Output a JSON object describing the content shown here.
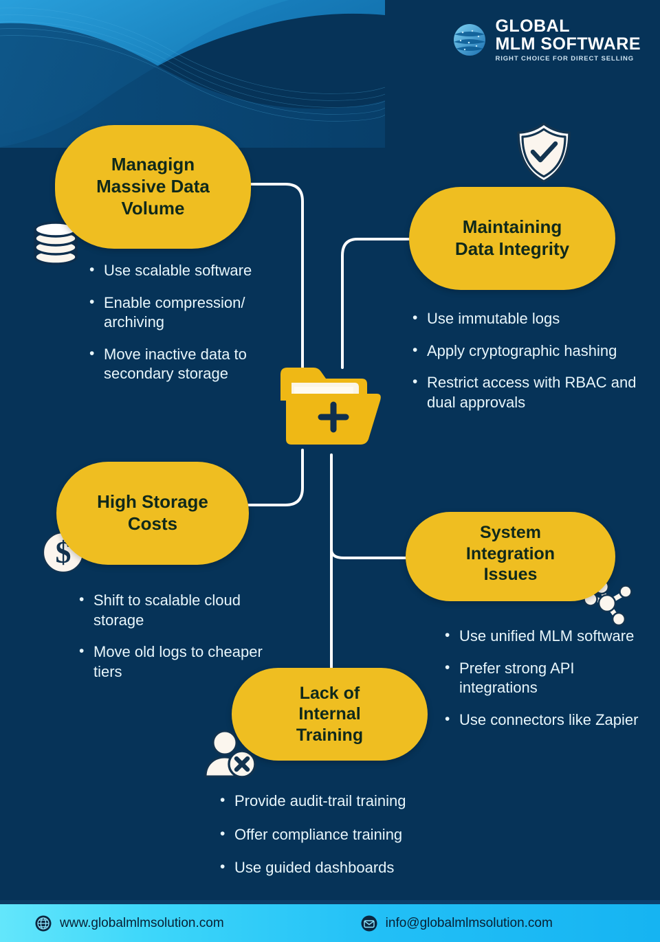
{
  "brand": {
    "logo_line1": "GLOBAL",
    "logo_line2": "MLM SOFTWARE",
    "logo_tagline": "RIGHT CHOICE FOR DIRECT SELLING",
    "accent_yellow": "#EFBE21",
    "background_navy": "#063358",
    "text_light": "#E8F6FB",
    "footer_cyan": "#3ED7FA"
  },
  "center": {
    "icon": "folder-plus-icon"
  },
  "nodes": [
    {
      "id": "managing-massive-data-volume",
      "title": "Managign\nMassive Data\nVolume",
      "title_l1": "Managign",
      "title_l2": "Massive Data",
      "title_l3": "Volume",
      "icon": "database-icon",
      "bullets": [
        "Use scalable software",
        "Enable compression/ archiving",
        "Move inactive data to secondary storage"
      ]
    },
    {
      "id": "maintaining-data-integrity",
      "title_l1": "Maintaining",
      "title_l2": "Data Integrity",
      "icon": "shield-check-icon",
      "bullets": [
        "Use immutable logs",
        "Apply cryptographic hashing",
        "Restrict access with RBAC and dual approvals"
      ]
    },
    {
      "id": "high-storage-costs",
      "title_l1": "High Storage",
      "title_l2": "Costs",
      "icon": "dollar-coin-icon",
      "bullets": [
        "Shift to scalable cloud storage",
        "Move old logs to cheaper tiers"
      ]
    },
    {
      "id": "system-integration-issues",
      "title_l1": "System",
      "title_l2": "Integration",
      "title_l3": "Issues",
      "icon": "network-nodes-icon",
      "bullets": [
        "Use unified MLM software",
        "Prefer strong API integrations",
        "Use connectors like Zapier"
      ]
    },
    {
      "id": "lack-of-internal-training",
      "title_l1": "Lack of",
      "title_l2": "Internal",
      "title_l3": "Training",
      "icon": "user-x-icon",
      "bullets": [
        "Provide audit-trail training",
        "Offer compliance training",
        "Use guided dashboards"
      ]
    }
  ],
  "footer": {
    "website": "www.globalmlmsolution.com",
    "email": "info@globalmlmsolution.com",
    "website_icon": "globe-icon",
    "email_icon": "envelope-icon"
  }
}
